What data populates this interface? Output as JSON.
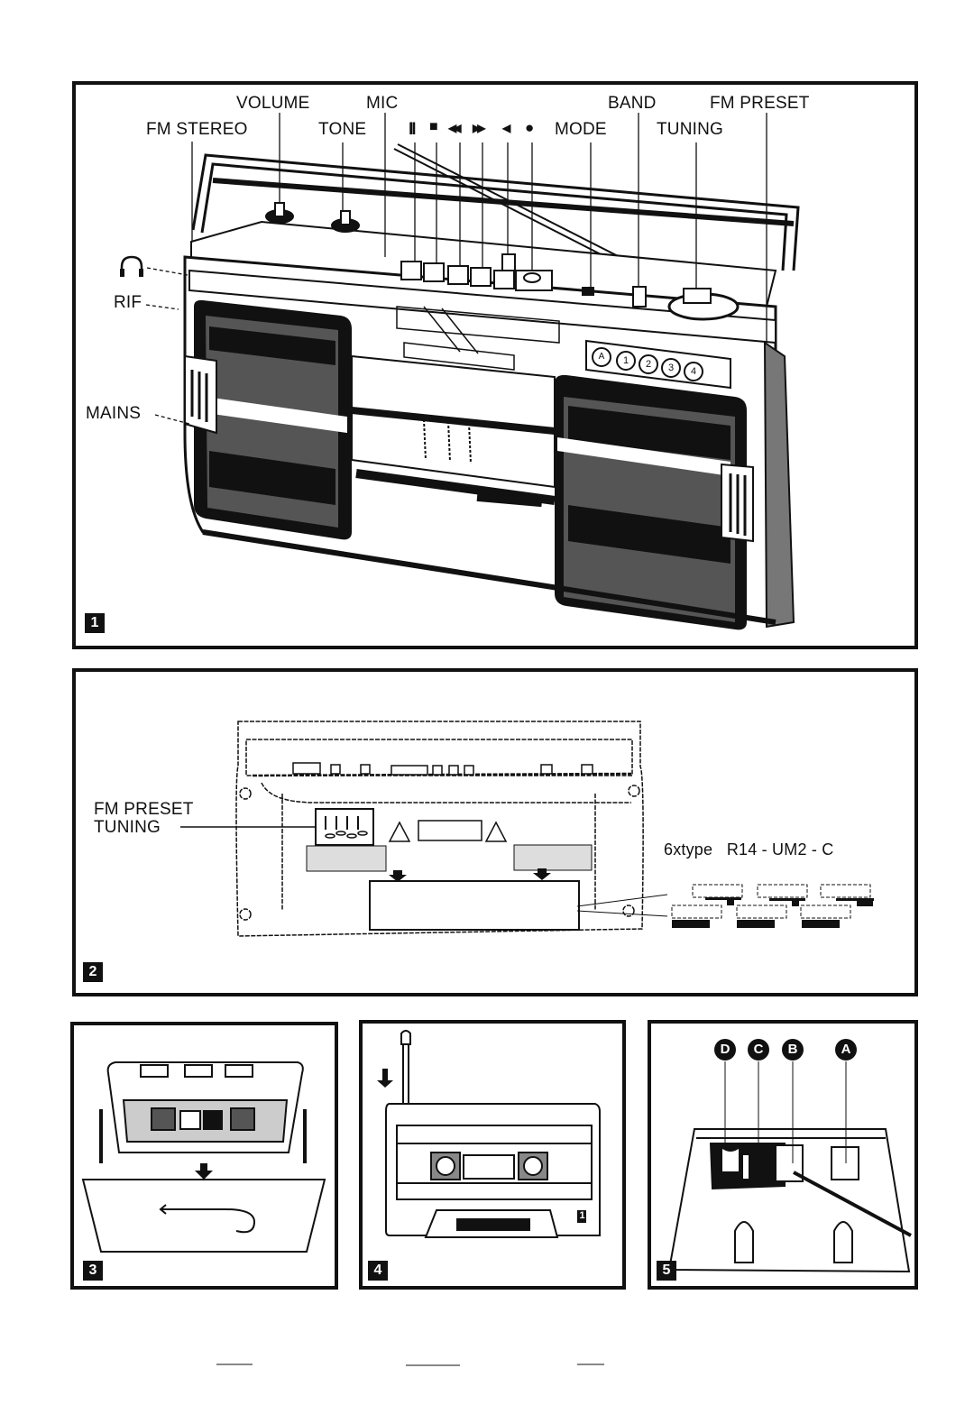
{
  "figure1": {
    "number": "1",
    "labels": {
      "volume": "VOLUME",
      "mic": "MIC",
      "fm_stereo": "FM STEREO",
      "tone": "TONE",
      "mode": "MODE",
      "band": "BAND",
      "fm_preset": "FM PRESET",
      "tuning": "TUNING",
      "rif": "RIF",
      "mains": "MAINS"
    },
    "transport_symbols": [
      "II",
      "■",
      "◀◀",
      "▶▶",
      "◀",
      "●"
    ],
    "preset_buttons": [
      "A",
      "1",
      "2",
      "3",
      "4"
    ],
    "icons": [
      "headphones-icon"
    ]
  },
  "figure2": {
    "number": "2",
    "label_line1": "FM PRESET",
    "label_line2": "TUNING",
    "battery_spec": "6xtype   R14 - UM2 - C"
  },
  "figure3": {
    "number": "3"
  },
  "figure4": {
    "number": "4",
    "cassette_side": "1"
  },
  "figure5": {
    "number": "5",
    "markers": [
      "D",
      "C",
      "B",
      "A"
    ]
  }
}
